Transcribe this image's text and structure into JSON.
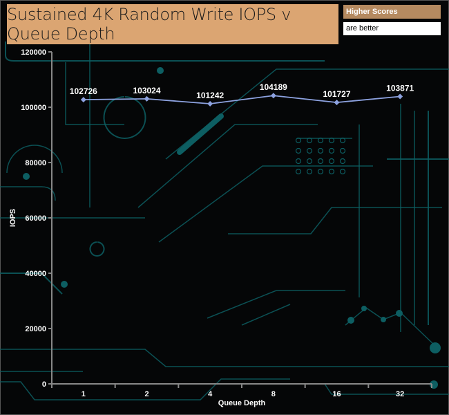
{
  "chart_data": {
    "type": "line",
    "title": "Sustained 4K Random Write IOPS v Queue Depth",
    "legend": [
      "Higher Scores",
      "are better"
    ],
    "xlabel": "Queue Depth",
    "ylabel": "IOPS",
    "categories": [
      "1",
      "2",
      "4",
      "8",
      "16",
      "32"
    ],
    "series": [
      {
        "name": "IOPS",
        "values": [
          102726,
          103024,
          101242,
          104189,
          101727,
          103871
        ]
      }
    ],
    "ylim": [
      0,
      120000
    ],
    "yticks": [
      0,
      20000,
      40000,
      60000,
      80000,
      100000,
      120000
    ],
    "grid": false,
    "colors": {
      "line": "#8da2e0",
      "axis": "#888888",
      "circuit": "#0d5e62",
      "title_bg": "#dba572"
    }
  }
}
